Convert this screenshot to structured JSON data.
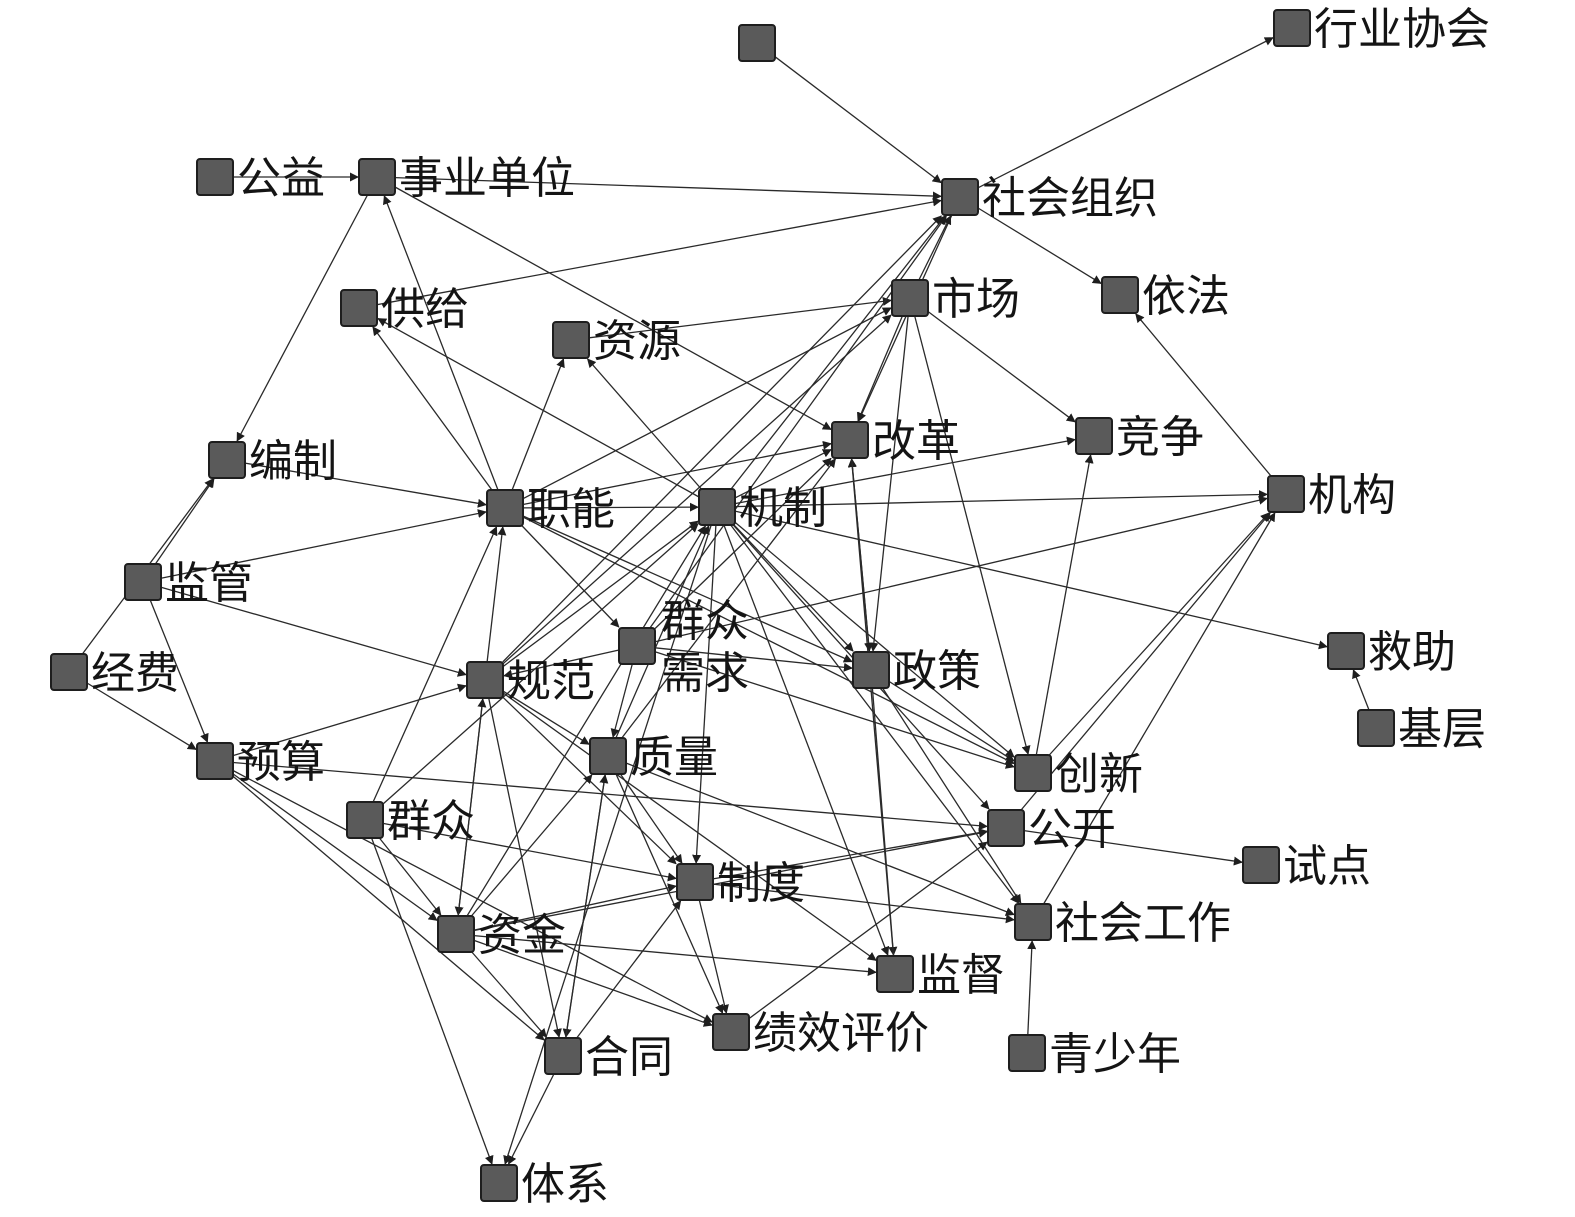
{
  "nodes": [
    {
      "id": "n_unlabeled",
      "label": ""
    },
    {
      "id": "n_hangye",
      "label": "行业协会"
    },
    {
      "id": "n_gongyi",
      "label": "公益"
    },
    {
      "id": "n_shiye",
      "label": "事业单位"
    },
    {
      "id": "n_shehuizuzhi",
      "label": "社会组织"
    },
    {
      "id": "n_gongji",
      "label": "供给"
    },
    {
      "id": "n_ziyuan",
      "label": "资源"
    },
    {
      "id": "n_shichang",
      "label": "市场"
    },
    {
      "id": "n_yifa",
      "label": "依法"
    },
    {
      "id": "n_bianzhi",
      "label": "编制"
    },
    {
      "id": "n_gaige",
      "label": "改革"
    },
    {
      "id": "n_jingzheng",
      "label": "竞争"
    },
    {
      "id": "n_zhineng",
      "label": "职能"
    },
    {
      "id": "n_jizhi",
      "label": "机制"
    },
    {
      "id": "n_jigou",
      "label": "机构"
    },
    {
      "id": "n_jianguan",
      "label": "监管"
    },
    {
      "id": "n_xuqiu",
      "label": "群众\n需求"
    },
    {
      "id": "n_jiuzhu",
      "label": "救助"
    },
    {
      "id": "n_jingfei",
      "label": "经费"
    },
    {
      "id": "n_guifan",
      "label": "规范"
    },
    {
      "id": "n_zhengce",
      "label": "政策"
    },
    {
      "id": "n_jiceng",
      "label": "基层"
    },
    {
      "id": "n_yusuan",
      "label": "预算"
    },
    {
      "id": "n_zhiliang",
      "label": "质量"
    },
    {
      "id": "n_chuangxin",
      "label": "创新"
    },
    {
      "id": "n_qunzhong",
      "label": "群众"
    },
    {
      "id": "n_gongkai",
      "label": "公开"
    },
    {
      "id": "n_shidian",
      "label": "试点"
    },
    {
      "id": "n_zhidu",
      "label": "制度"
    },
    {
      "id": "n_shehuigongzuo",
      "label": "社会工作"
    },
    {
      "id": "n_zijin",
      "label": "资金"
    },
    {
      "id": "n_jiandu",
      "label": "监督"
    },
    {
      "id": "n_jixiao",
      "label": "绩效评价"
    },
    {
      "id": "n_qingshaonian",
      "label": "青少年"
    },
    {
      "id": "n_hetong",
      "label": "合同"
    },
    {
      "id": "n_tixi",
      "label": "体系"
    }
  ],
  "edges": [
    [
      "n_unlabeled",
      "n_shehuizuzhi"
    ],
    [
      "n_shehuizuzhi",
      "n_hangye"
    ],
    [
      "n_gongyi",
      "n_shiye"
    ],
    [
      "n_shiye",
      "n_shehuizuzhi"
    ],
    [
      "n_gongji",
      "n_shehuizuzhi"
    ],
    [
      "n_shiye",
      "n_bianzhi"
    ],
    [
      "n_zhineng",
      "n_shiye"
    ],
    [
      "n_shiye",
      "n_gaige"
    ],
    [
      "n_ziyuan",
      "n_shichang"
    ],
    [
      "n_zhineng",
      "n_ziyuan"
    ],
    [
      "n_jizhi",
      "n_ziyuan"
    ],
    [
      "n_zhineng",
      "n_gongji"
    ],
    [
      "n_jizhi",
      "n_gongji"
    ],
    [
      "n_shehuizuzhi",
      "n_yifa"
    ],
    [
      "n_jigou",
      "n_yifa"
    ],
    [
      "n_jizhi",
      "n_shehuizuzhi"
    ],
    [
      "n_xuqiu",
      "n_shehuizuzhi"
    ],
    [
      "n_guifan",
      "n_shehuizuzhi"
    ],
    [
      "n_shehuizuzhi",
      "n_gaige"
    ],
    [
      "n_shichang",
      "n_shehuizuzhi"
    ],
    [
      "n_zhineng",
      "n_shichang"
    ],
    [
      "n_guifan",
      "n_shichang"
    ],
    [
      "n_shichang",
      "n_gaige"
    ],
    [
      "n_shichang",
      "n_jingzheng"
    ],
    [
      "n_shichang",
      "n_zhengce"
    ],
    [
      "n_shichang",
      "n_chuangxin"
    ],
    [
      "n_bianzhi",
      "n_zhineng"
    ],
    [
      "n_jianguan",
      "n_bianzhi"
    ],
    [
      "n_jingfei",
      "n_bianzhi"
    ],
    [
      "n_zhineng",
      "n_jizhi"
    ],
    [
      "n_zhineng",
      "n_gaige"
    ],
    [
      "n_jizhi",
      "n_gaige"
    ],
    [
      "n_xuqiu",
      "n_gaige"
    ],
    [
      "n_jizhi",
      "n_jingzheng"
    ],
    [
      "n_jizhi",
      "n_jigou"
    ],
    [
      "n_xuqiu",
      "n_jigou"
    ],
    [
      "n_jizhi",
      "n_jiuzhu"
    ],
    [
      "n_jiceng",
      "n_jiuzhu"
    ],
    [
      "n_jianguan",
      "n_zhineng"
    ],
    [
      "n_jianguan",
      "n_guifan"
    ],
    [
      "n_jianguan",
      "n_yusuan"
    ],
    [
      "n_jingfei",
      "n_yusuan"
    ],
    [
      "n_zhineng",
      "n_xuqiu"
    ],
    [
      "n_zhineng",
      "n_zhengce"
    ],
    [
      "n_jizhi",
      "n_zhengce"
    ],
    [
      "n_xuqiu",
      "n_zhengce"
    ],
    [
      "n_guifan",
      "n_jizhi"
    ],
    [
      "n_guifan",
      "n_zhineng"
    ],
    [
      "n_yusuan",
      "n_guifan"
    ],
    [
      "n_yusuan",
      "n_gongkai"
    ],
    [
      "n_yusuan",
      "n_zijin"
    ],
    [
      "n_yusuan",
      "n_hetong"
    ],
    [
      "n_yusuan",
      "n_jixiao"
    ],
    [
      "n_zhiliang",
      "n_jizhi"
    ],
    [
      "n_xuqiu",
      "n_zhiliang"
    ],
    [
      "n_zhiliang",
      "n_zhidu"
    ],
    [
      "n_zhiliang",
      "n_hetong"
    ],
    [
      "n_zhiliang",
      "n_jixiao"
    ],
    [
      "n_zhiliang",
      "n_shehuigongzuo"
    ],
    [
      "n_zhiliang",
      "n_gaige"
    ],
    [
      "n_guifan",
      "n_zhiliang"
    ],
    [
      "n_guifan",
      "n_zhidu"
    ],
    [
      "n_guifan",
      "n_hetong"
    ],
    [
      "n_guifan",
      "n_jiandu"
    ],
    [
      "n_guifan",
      "n_zijin"
    ],
    [
      "n_qunzhong",
      "n_zhineng"
    ],
    [
      "n_qunzhong",
      "n_zhidu"
    ],
    [
      "n_qunzhong",
      "n_zijin"
    ],
    [
      "n_qunzhong",
      "n_tixi"
    ],
    [
      "n_qunzhong",
      "n_jizhi"
    ],
    [
      "n_zijin",
      "n_zhidu"
    ],
    [
      "n_zijin",
      "n_jiandu"
    ],
    [
      "n_zijin",
      "n_hetong"
    ],
    [
      "n_zijin",
      "n_jixiao"
    ],
    [
      "n_zijin",
      "n_guifan"
    ],
    [
      "n_zijin",
      "n_jizhi"
    ],
    [
      "n_zijin",
      "n_zhiliang"
    ],
    [
      "n_hetong",
      "n_tixi"
    ],
    [
      "n_hetong",
      "n_zhiliang"
    ],
    [
      "n_hetong",
      "n_zhidu"
    ],
    [
      "n_zhidu",
      "n_jixiao"
    ],
    [
      "n_zhidu",
      "n_shehuigongzuo"
    ],
    [
      "n_jixiao",
      "n_gongkai"
    ],
    [
      "n_jizhi",
      "n_zhidu"
    ],
    [
      "n_jizhi",
      "n_jiandu"
    ],
    [
      "n_jizhi",
      "n_chuangxin"
    ],
    [
      "n_jizhi",
      "n_shehuigongzuo"
    ],
    [
      "n_jizhi",
      "n_gongkai"
    ],
    [
      "n_zhengce",
      "n_chuangxin"
    ],
    [
      "n_zhengce",
      "n_jiandu"
    ],
    [
      "n_zhengce",
      "n_shehuigongzuo"
    ],
    [
      "n_zhengce",
      "n_gaige"
    ],
    [
      "n_chuangxin",
      "n_jingzheng"
    ],
    [
      "n_chuangxin",
      "n_jigou"
    ],
    [
      "n_gongkai",
      "n_jigou"
    ],
    [
      "n_gongkai",
      "n_shidian"
    ],
    [
      "n_shehuigongzuo",
      "n_jigou"
    ],
    [
      "n_qingshaonian",
      "n_shehuigongzuo"
    ],
    [
      "n_jiandu",
      "n_gaige"
    ],
    [
      "n_xuqiu",
      "n_chuangxin"
    ],
    [
      "n_gaige",
      "n_zhengce"
    ],
    [
      "n_zhineng",
      "n_chuangxin"
    ],
    [
      "n_zhidu",
      "n_gongkai"
    ],
    [
      "n_xuqiu",
      "n_guifan"
    ],
    [
      "n_jizhi",
      "n_tixi"
    ],
    [
      "n_zijin",
      "n_gongkai"
    ]
  ]
}
